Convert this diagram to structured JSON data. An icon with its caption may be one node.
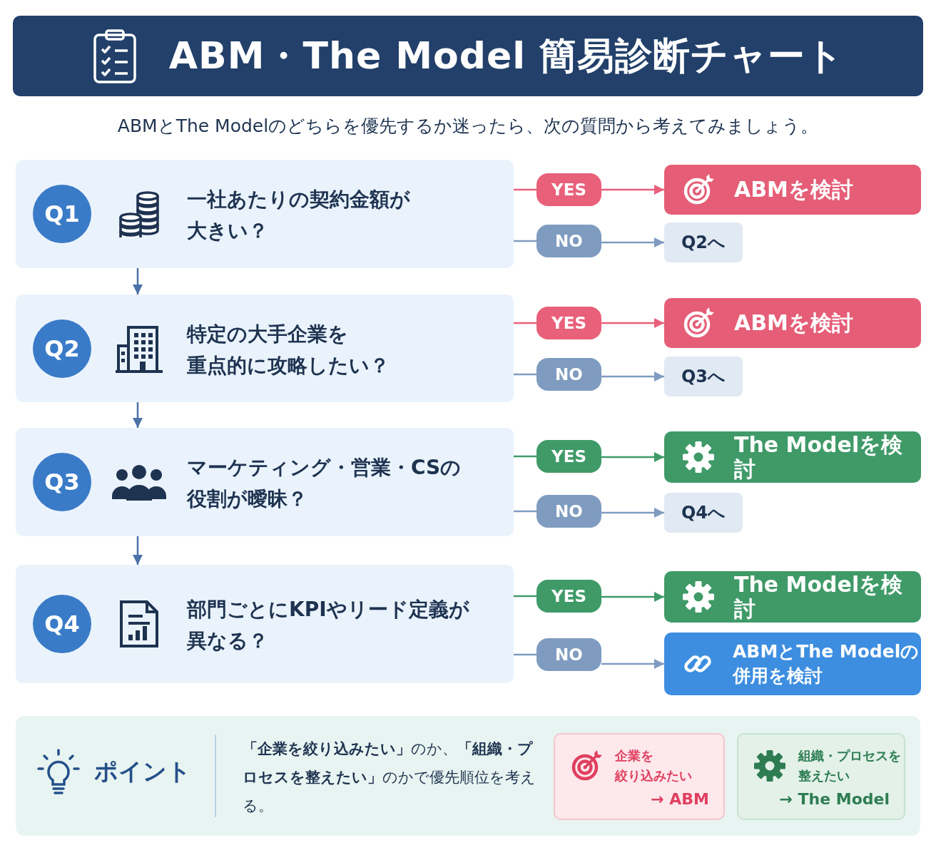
{
  "diagram": {
    "title": "ABM・The Model 簡易診断チャート",
    "nodes": [
      {
        "text": [
          "Q1",
          "一社あたりの契約金額が大きい？"
        ]
      },
      {
        "text": [
          "YES"
        ]
      },
      {
        "text": [
          "ABMを検討"
        ]
      },
      {
        "text": [
          "NO"
        ]
      },
      {
        "text": [
          "Q2へ"
        ]
      },
      {
        "text": [
          "Q2",
          "特定の大手企業を重点的に攻略したい？"
        ]
      },
      {
        "text": [
          "YES"
        ]
      },
      {
        "text": [
          "ABMを検討"
        ]
      },
      {
        "text": [
          "NO"
        ]
      },
      {
        "text": [
          "Q3へ"
        ]
      },
      {
        "text": [
          "Q3",
          "マーケティング・営業・CSの役割が曖昧？"
        ]
      },
      {
        "text": [
          "YES"
        ]
      },
      {
        "text": [
          "The Modelを検討"
        ]
      },
      {
        "text": [
          "NO"
        ]
      },
      {
        "text": [
          "Q4へ"
        ]
      },
      {
        "text": [
          "Q4",
          "部門ごとにKPIやリード定義が異なる？"
        ]
      },
      {
        "text": [
          "YES"
        ]
      },
      {
        "text": [
          "The Modelを検討"
        ]
      },
      {
        "text": [
          "NO"
        ]
      },
      {
        "text": [
          "ABMとThe Modelの併用を検討"
        ]
      },
      {
        "text": [
          "ポイント",
          "**「企業を絞り込みたい」**のか、**「組織・プロセスを整えたい」**のかで優先順位を考える。"
        ]
      },
      {
        "text": [
          "企業を絞り込みたい",
          "→ ABM"
        ],
        "in": 20
      },
      {
        "text": [
          "組織・プロセスを整えたい",
          "→ The Model"
        ],
        "in": 20
      }
    ],
    "edges": [
      {
        "from": 0,
        "to": 1,
        "arrow": "none",
        "color": "#e8607a"
      },
      {
        "from": 1,
        "to": 2,
        "arrow": "to",
        "color": "#e8607a"
      },
      {
        "from": 0,
        "to": 3,
        "arrow": "none",
        "color": "#7f9cc0"
      },
      {
        "from": 3,
        "to": 4,
        "arrow": "to",
        "color": "#7f9cc0"
      },
      {
        "from": 0,
        "to": 5,
        "arrow": "to",
        "color": "#4a72a8"
      },
      {
        "from": 5,
        "to": 6,
        "arrow": "none",
        "color": "#e8607a"
      },
      {
        "from": 6,
        "to": 7,
        "arrow": "to",
        "color": "#e8607a"
      },
      {
        "from": 5,
        "to": 8,
        "arrow": "none",
        "color": "#7f9cc0"
      },
      {
        "from": 8,
        "to": 9,
        "arrow": "to",
        "color": "#7f9cc0"
      },
      {
        "from": 5,
        "to": 10,
        "arrow": "to",
        "color": "#4a72a8"
      },
      {
        "from": 10,
        "to": 11,
        "arrow": "none",
        "color": "#3f9a68"
      },
      {
        "from": 11,
        "to": 12,
        "arrow": "to",
        "color": "#3f9a68"
      },
      {
        "from": 10,
        "to": 13,
        "arrow": "none",
        "color": "#7f9cc0"
      },
      {
        "from": 13,
        "to": 14,
        "arrow": "to",
        "color": "#7f9cc0"
      },
      {
        "from": 10,
        "to": 15,
        "arrow": "to",
        "color": "#4a72a8"
      },
      {
        "from": 15,
        "to": 16,
        "arrow": "none",
        "color": "#3f9a68"
      },
      {
        "from": 16,
        "to": 17,
        "arrow": "to",
        "color": "#3f9a68"
      },
      {
        "from": 15,
        "to": 18,
        "arrow": "none",
        "color": "#7f9cc0"
      },
      {
        "from": 18,
        "to": 19,
        "arrow": "to",
        "color": "#7f9cc0"
      }
    ],
    "labels": [
      "ABMとThe Modelのどちらを優先するか迷ったら、次の質問から考えてみましょう。"
    ]
  }
}
